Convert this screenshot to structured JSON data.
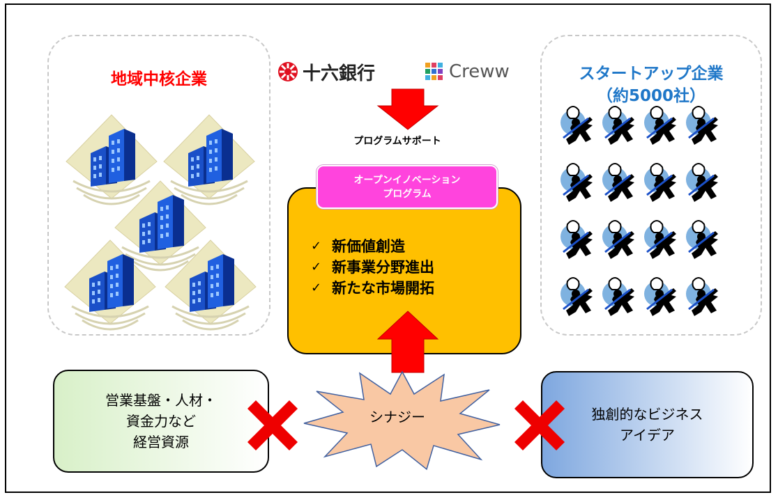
{
  "regional": {
    "title": "地域中核企業"
  },
  "startups": {
    "title_line1": "スタートアップ企業",
    "title_line2": "（約5000社）"
  },
  "sponsors": {
    "bank": "十六銀行",
    "creww": "Creww"
  },
  "support_label": "プログラムサポート",
  "program": {
    "label_line1": "オープンイノベーション",
    "label_line2": "プログラム"
  },
  "goals": [
    {
      "tick": "✓",
      "text": "新価値創造"
    },
    {
      "tick": "✓",
      "text": "新事業分野進出"
    },
    {
      "tick": "✓",
      "text": "新たな市場開拓"
    }
  ],
  "synergy": "シナジー",
  "regional_resources": {
    "line1": "営業基盤・人材・",
    "line2": "資金力など",
    "line3": "経営資源"
  },
  "startup_resources": {
    "line1": "独創的なビジネス",
    "line2": "アイデア"
  },
  "colors": {
    "red_title": "#ff0000",
    "blue_title": "#1f77c8",
    "program_box": "#ffc000",
    "label_pink": "#ff44dd",
    "arrow_red": "#ff0000",
    "burst": "#f9c8a4"
  }
}
